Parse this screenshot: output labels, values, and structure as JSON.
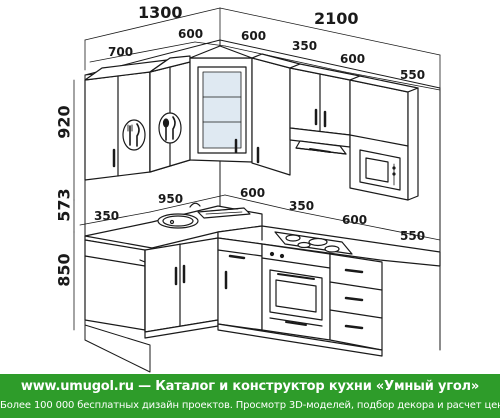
{
  "dimensions": {
    "overall_left": "1300",
    "overall_right": "2100",
    "upper_left_700": "700",
    "upper_left_600": "600",
    "upper_right_600": "600",
    "upper_right_350": "350",
    "upper_right_600b": "600",
    "upper_right_550": "550",
    "height_920": "920",
    "height_573": "573",
    "height_850": "850",
    "lower_350": "350",
    "lower_950": "950",
    "lower_600": "600",
    "lower_350b": "350",
    "lower_600b": "600",
    "lower_550": "550"
  },
  "footer": {
    "title": "www.umugol.ru — Каталог и конструктор кухни «Умный угол»",
    "subtitle": "Более 100 000 бесплатных дизайн проектов. Просмотр 3D-моделей, подбор декора и расчет цены кухни."
  },
  "colors": {
    "footer_bg": "#2e9c2a",
    "footer_text": "#ffffff",
    "line": "#1a1a1a",
    "glass": "#dfe9f2"
  },
  "icons": [
    "fork-knife-icon",
    "spoon-knife-icon",
    "range-hood-icon",
    "microwave-icon",
    "sink-icon",
    "cooktop-icon",
    "oven-icon"
  ]
}
